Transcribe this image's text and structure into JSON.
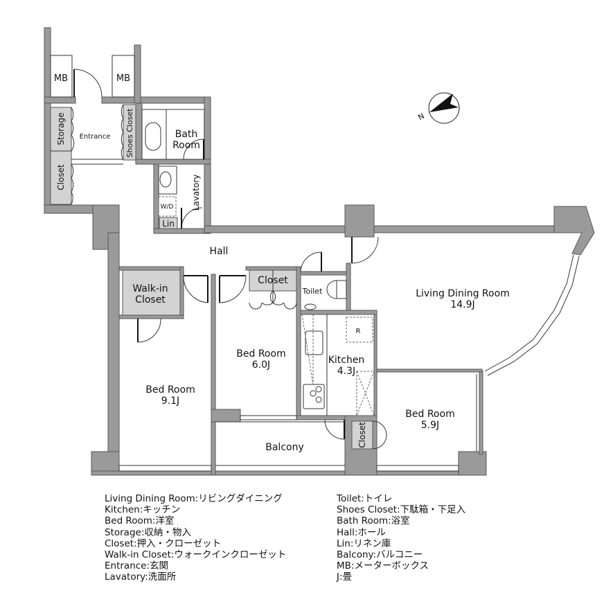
{
  "rooms": {
    "mb1": "MB",
    "mb2": "MB",
    "storage": "Storage",
    "closet_entrance": "Closet",
    "entrance": "Entrance",
    "shoes_closet": "Shoes Closet",
    "bath_room_line1": "Bath",
    "bath_room_line2": "Room",
    "lavatory": "Lavatory",
    "wd": "W/D",
    "lin": "Lin",
    "hall": "Hall",
    "walkin_line1": "Walk-in",
    "walkin_line2": "Closet",
    "closet_mid": "Closet",
    "toilet": "Toilet",
    "living_name": "Living Dining Room",
    "living_size": "14.9J",
    "fridge": "R",
    "kitchen_name": "Kitchen",
    "kitchen_size": "4.3J",
    "bed1_name": "Bed Room",
    "bed1_size": "9.1J",
    "bed2_name": "Bed Room",
    "bed2_size": "6.0J",
    "bed3_name": "Bed Room",
    "bed3_size": "5.9J",
    "balcony": "Balcony",
    "closet_bed3": "Closet",
    "compass_n": "N"
  },
  "legend": {
    "left": [
      "Living Dining Room:リビングダイニング",
      "Kitchen:キッチン",
      "Bed Room:洋室",
      "Storage:収納・物入",
      "Closet:押入・クローゼット",
      "Walk-in Closet:ウォークインクローゼット",
      "Entrance:玄関",
      "Lavatory:洗面所"
    ],
    "right": [
      "Toilet:トイレ",
      "Shoes Closet:下駄箱・下足入",
      "Bath Room:浴室",
      "Hall:ホール",
      "Lin:リネン庫",
      "Balcony:バルコニー",
      "MB:メーターボックス",
      "J:畳"
    ]
  }
}
